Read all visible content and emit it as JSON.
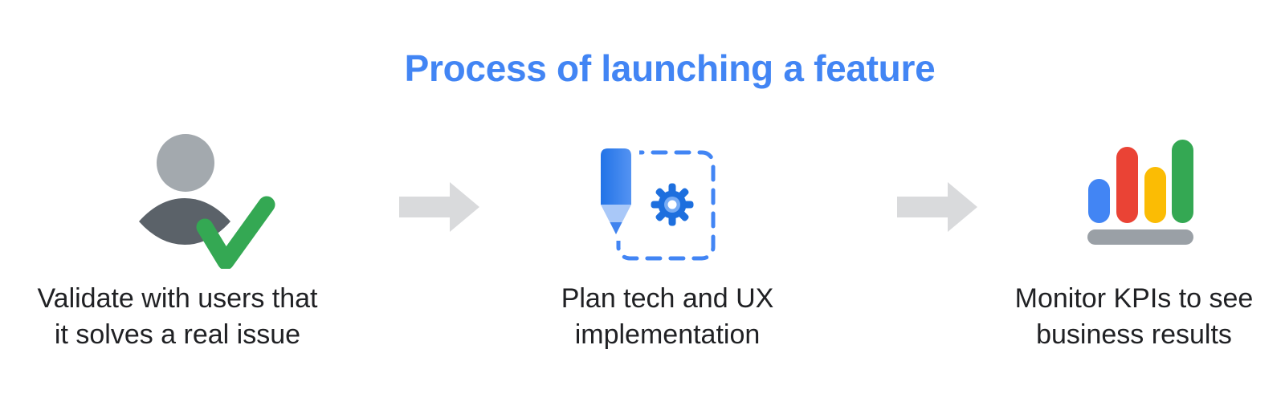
{
  "title": {
    "text": "Process of launching a feature",
    "color": "#4285F4"
  },
  "steps": [
    {
      "id": "validate",
      "icon": "user-check-icon",
      "label_lines": [
        "Validate with users that",
        "it solves a real issue"
      ]
    },
    {
      "id": "plan",
      "icon": "pencil-gear-icon",
      "label_lines": [
        "Plan tech and UX",
        "implementation"
      ]
    },
    {
      "id": "monitor",
      "icon": "bar-chart-icon",
      "label_lines": [
        "Monitor KPIs to see",
        "business results"
      ]
    }
  ],
  "arrows": [
    {
      "icon": "right-arrow-icon",
      "direction": "right"
    },
    {
      "icon": "right-arrow-icon",
      "direction": "right"
    }
  ],
  "colors": {
    "title_blue": "#4285F4",
    "label_text": "#202124",
    "arrow_gray": "#D9DADC",
    "person_head_gray": "#A3A9AE",
    "person_body_gray": "#5B6269",
    "check_green": "#34A853",
    "pencil_blue": "#2273E7",
    "pencil_blue_light": "#5493F2",
    "pencil_tip_light_blue": "#A9C8F8",
    "pencil_point_blue": "#4083EE",
    "gear_blue": "#1D6FDE",
    "gear_ring_light_blue": "#78ACF4",
    "gear_hole_white": "#FFFFFF",
    "dashed_box_blue": "#4285F4",
    "bar_blue": "#4285F4",
    "bar_red": "#EA4335",
    "bar_yellow": "#FBBC04",
    "bar_green": "#34A853",
    "chart_base_gray": "#9AA0A6"
  }
}
